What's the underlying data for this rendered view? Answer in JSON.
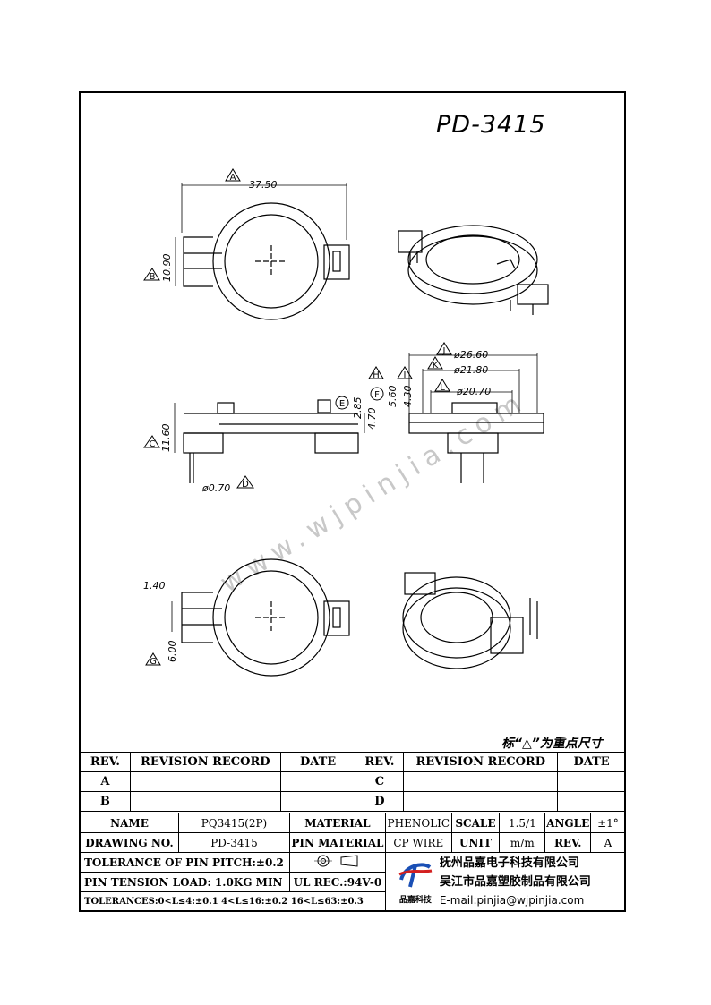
{
  "title": "PD-3415",
  "watermark": "www.wjpinjia.com",
  "note": "标“△”为重点尺寸",
  "dims": {
    "A": "37.50",
    "B": "10.90",
    "C": "11.60",
    "D": "ø0.70",
    "E": "2.85",
    "F": "4.70",
    "H": "5.60",
    "I": "4.30",
    "J": "ø26.60",
    "K": "ø21.80",
    "L": "ø20.70",
    "p140": "1.40",
    "G": "6.00"
  },
  "markers": {
    "A": "A",
    "B": "B",
    "C": "C",
    "D": "D",
    "E": "E",
    "F": "F",
    "G": "G",
    "H": "H",
    "I": "I",
    "J": "J",
    "K": "K",
    "L": "L"
  },
  "revision": {
    "headers": [
      "REV.",
      "REVISION RECORD",
      "DATE",
      "REV.",
      "REVISION RECORD",
      "DATE"
    ],
    "rows": [
      [
        "A",
        "",
        "",
        "C",
        "",
        ""
      ],
      [
        "B",
        "",
        "",
        "D",
        "",
        ""
      ]
    ]
  },
  "info": {
    "name_label": "NAME",
    "name_value": "PQ3415(2P)",
    "material_label": "MATERIAL",
    "material_value": "PHENOLIC",
    "scale_label": "SCALE",
    "scale_value": "1.5/1",
    "angle_label": "ANGLE",
    "angle_value": "±1°",
    "drawing_label": "DRAWING NO.",
    "drawing_value": "PD-3415",
    "pin_material_label": "PIN MATERIAL",
    "pin_material_value": "CP WIRE",
    "unit_label": "UNIT",
    "unit_value": "m/m",
    "rev_label": "REV.",
    "rev_value": "A",
    "pitch": "TOLERANCE OF PIN PITCH:±0.2",
    "tension": "PIN TENSION LOAD: 1.0KG  MIN",
    "ul": "UL REC.:94V-0",
    "tolerances": "TOLERANCES:0<L≤4:±0.1 4<L≤16:±0.2 16<L≤63:±0.3",
    "company1": "抚州品嘉电子科技有限公司",
    "company2": "吴江市品嘉塑胶制品有限公司",
    "email": "E-mail:pinjia@wjpinjia.com",
    "logo_text": "品嘉科技"
  }
}
